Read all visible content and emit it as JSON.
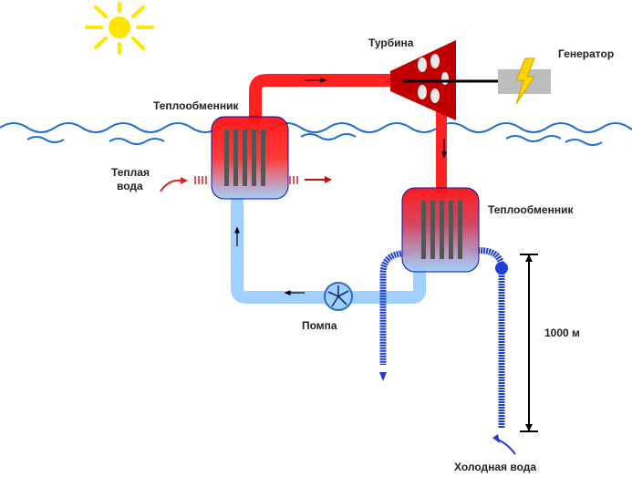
{
  "labels": {
    "turbine": "Турбина",
    "generator": "Генератор",
    "heat_exchanger_warm": "Теплообменник",
    "heat_exchanger_cold": "Теплообменник",
    "warm_water_line1": "Теплая",
    "warm_water_line2": "вода",
    "pump": "Помпа",
    "depth": "1000 м",
    "cold_water": "Холодная вода"
  },
  "colors": {
    "hot": "#ff1a1a",
    "warm_pipe": "#ff2020",
    "cool_pipe": "#9fd0ff",
    "cold_pipe": "#1f3fd6",
    "sea": "#1e6fd0",
    "sun": "#ffe600",
    "turbine": "#c00000",
    "generator": "#bdbdbd",
    "lightning": "#ffd400"
  },
  "icons": {
    "sun": "sun-icon",
    "turbine": "turbine-icon",
    "generator": "generator-icon",
    "pump": "pump-icon",
    "lightning": "lightning-icon"
  }
}
